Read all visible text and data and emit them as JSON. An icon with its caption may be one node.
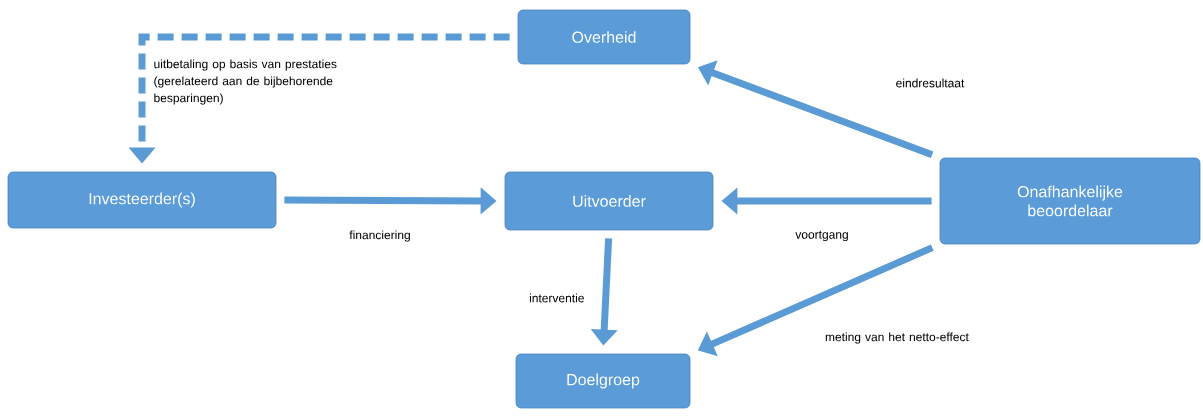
{
  "diagram": {
    "nodes": [
      {
        "text": [
          "Overheid"
        ]
      },
      {
        "text": [
          "Investeerder(s)"
        ]
      },
      {
        "text": [
          "Uitvoerder"
        ]
      },
      {
        "text": [
          "Onafhankelijke beoordelaar"
        ]
      },
      {
        "text": [
          "Doelgroep"
        ]
      }
    ],
    "edges": [
      {
        "from": 0,
        "to": 1,
        "arrow": "to",
        "style": "dashed",
        "label": "uitbetaling op basis van prestaties (gerelateerd aan de bijbehorende besparingen)"
      },
      {
        "from": 1,
        "to": 2,
        "arrow": "to",
        "label": "financiering"
      },
      {
        "from": 3,
        "to": 2,
        "arrow": "to",
        "label": "voortgang"
      },
      {
        "from": 3,
        "to": 0,
        "arrow": "to",
        "label": "eindresultaat"
      },
      {
        "from": 2,
        "to": 4,
        "arrow": "to",
        "label": "interventie"
      },
      {
        "from": 3,
        "to": 4,
        "arrow": "to",
        "label": "meting van het netto-effect"
      }
    ]
  }
}
